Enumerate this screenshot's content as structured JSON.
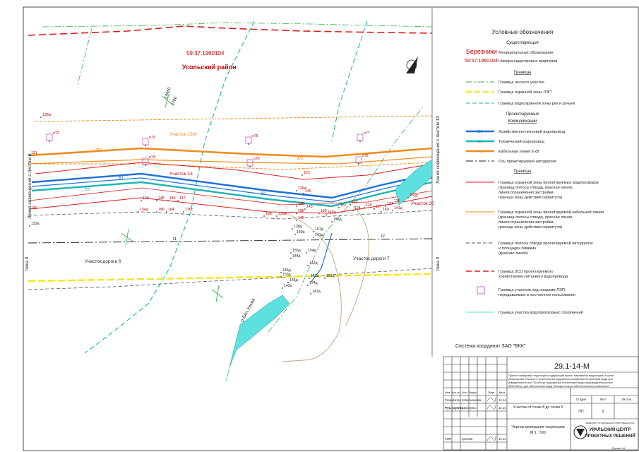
{
  "map": {
    "cadastral_number": "59:37:1960104",
    "district": "Усольский район",
    "match_line_left": "Линия совмещения с листом 8",
    "match_line_right": "Линия совмещения с листом 10",
    "point_left": "точка 8",
    "point_right": "точка 9",
    "north_label_a": "14450",
    "north_label_b": "4700",
    "river_label": "р.Бел.Уньва",
    "coord_system": "Система координат ЗАО \"ВКК\"",
    "sections": {
      "s15w": "Участок 15W",
      "s13": "Участок 13",
      "s20": "Участок 20",
      "road6": "Участок дороги 6",
      "road7": "Участок дороги 7"
    },
    "line_labels": {
      "w1": "W1",
      "b1": "B1",
      "b3": "B3",
      "t1": "t1",
      "t2": "t2"
    },
    "points_red": [
      "138w",
      "121",
      "150",
      "149",
      "148",
      "186",
      "185",
      "147",
      "134д",
      "184",
      "136с",
      "123",
      "143",
      "145",
      "146",
      "198",
      "136а",
      "188",
      "189",
      "143д",
      "126",
      "124",
      "187",
      "125",
      "127",
      "126w",
      "137",
      "135",
      "142",
      "140",
      "141д",
      "150д"
    ],
    "points_black": [
      "133а",
      "138д",
      "140а",
      "157д",
      "141д",
      "155д",
      "154д",
      "144а",
      "142д",
      "146д",
      "145д",
      "143а",
      "153д",
      "152д",
      "174д",
      "191д",
      "147д",
      "156д"
    ],
    "poles": [
      "о72",
      "о73",
      "о74",
      "о75",
      "о76",
      "о77",
      "о78"
    ]
  },
  "legend": {
    "title": "Условные обозначения",
    "existing": "Существующие",
    "sample_name": "Березники",
    "sample_name_desc": "Муниципальные образования",
    "sample_number": "59:37:1960104",
    "sample_number_desc": "Номера кадастровых кварталов",
    "boundaries": "Границы",
    "forest": "Граница лесного участка",
    "power_zone": "Граница охранной зоны ЛЭП",
    "water_zone": "Граница водоохранной зоны рек и ручьев",
    "designed": "Проектируемые",
    "communications": "Коммуникации",
    "pipe_drinking_tag": "B1",
    "pipe_drinking": "Хозяйственно-питьевой водопровод",
    "pipe_tech_tag": "B3",
    "pipe_tech": "Технический водопровод",
    "cable_tag": "W1",
    "cable": "Кабельная линия 6 кВ",
    "road_axis": "Ось проектируемой автодороги",
    "boundaries2": "Границы",
    "pipe_zone_lines": [
      "Граница охранной зоны проектируемых водопроводов",
      "(граница полосы отвода, красная линия,",
      "линия ограничения застройки,",
      "граница зоны действия сервитута)"
    ],
    "cable_zone_lines": [
      "Граница охранной зоны проектируемой кабельной линии",
      "(граница полосы отвода, красная линия,",
      "линия ограничения застройки,",
      "граница зоны действия сервитута)"
    ],
    "road_zone_lines": [
      "Граница полосы отвода проектируемой автодороги",
      "и площадок скважин",
      "(красная линия)"
    ],
    "zso_lines": [
      "Граница ЗСО проектируемого",
      "хозяйственно-питьевого водопровода"
    ],
    "poles_lines": [
      "Граница участков под опорами ЛЭП,",
      "передаваемых в постоянное пользование"
    ],
    "water_struct": "Граница участка водопропускных сооружений"
  },
  "title_block": {
    "code": "29.1-14-М",
    "description_lines": [
      "Проект планировки территории,содержащий проект межевания территории, в целях",
      "размещения объекта:\"Строительство водозабора хозяйственно-питьевой воды про-",
      "изводительностью 700 м3/сут, водозабора технической воды производительностью",
      "3000 м3/сут для обеспечения нужд Талицкого горно-обогатительного комплекса\""
    ],
    "headers": [
      "Изм.",
      "Кол.уч.",
      "Лист",
      "№док.",
      "Подп.",
      "Дата"
    ],
    "row1_role": "Разработал",
    "row1_name": "Копальникова",
    "row1_date": "12.14",
    "row2_role": "Рук.группы",
    "row2_name": "Аверченко",
    "row2_date": "12.14",
    "row3_role": "ГИП",
    "row3_name": "Кротков",
    "row3_date": "12.14",
    "sheet_title": "Участок от точки 8 до точки 9",
    "stage_h": "Стадия",
    "sheet_h": "Лист",
    "sheets_h": "Листов",
    "stage": "ПП",
    "sheet": "9",
    "sheets": "",
    "drawing_title": "Чертеж межевания территории",
    "scale": "М 1 : 500",
    "company_top": "ОБЩЕСТВО С ОГРАНИЧЕННОЙ ОТВЕТСТВЕННОСТЬЮ",
    "company_1": "УРАЛЬСКИЙ ЦЕНТР",
    "company_2": "ПРОЕКТНЫХ РЕШЕНИЙ",
    "format": "Формат А4"
  },
  "colors": {
    "red": "#d91e1e",
    "orange": "#ef8a1c",
    "blue": "#1f6fd6",
    "teal": "#1fb3b3",
    "green": "#38b648",
    "yellow": "#f5e61a",
    "magenta": "#d050d0",
    "tan": "#c8a27a",
    "cyan_fill": "#5fe0e0"
  }
}
